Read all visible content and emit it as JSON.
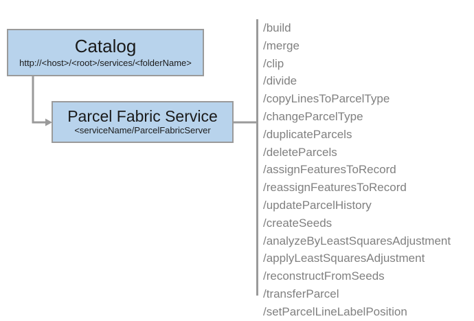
{
  "diagram": {
    "background_color": "#ffffff",
    "node_fill_color": "#b8d3ec",
    "node_border_color": "#9a9a9a",
    "connector_color": "#9a9a9a",
    "operations_text_color": "#808080",
    "nodes": [
      {
        "id": "catalog",
        "title": "Catalog",
        "subtitle": "http://<host>/<root>/services/<folderName>"
      },
      {
        "id": "parcel_fabric_service",
        "title": "Parcel Fabric Service",
        "subtitle": "<serviceName/ParcelFabricServer"
      }
    ]
  },
  "operations": {
    "items": [
      {
        "label": "/build"
      },
      {
        "label": "/merge"
      },
      {
        "label": "/clip"
      },
      {
        "label": "/divide"
      },
      {
        "label": "/copyLinesToParcelType"
      },
      {
        "label": "/changeParcelType"
      },
      {
        "label": "/duplicateParcels"
      },
      {
        "label": "/deleteParcels"
      },
      {
        "label": "/assignFeaturesToRecord"
      },
      {
        "label": "/reassignFeaturesToRecord"
      },
      {
        "label": "/updateParcelHistory"
      },
      {
        "label": "/createSeeds"
      },
      {
        "label": "/analyzeByLeastSquaresAdjustment"
      },
      {
        "label": "/applyLeastSquaresAdjustment"
      },
      {
        "label": "/reconstructFromSeeds"
      },
      {
        "label": "/transferParcel"
      },
      {
        "label": "/setParcelLineLabelPosition"
      }
    ]
  }
}
